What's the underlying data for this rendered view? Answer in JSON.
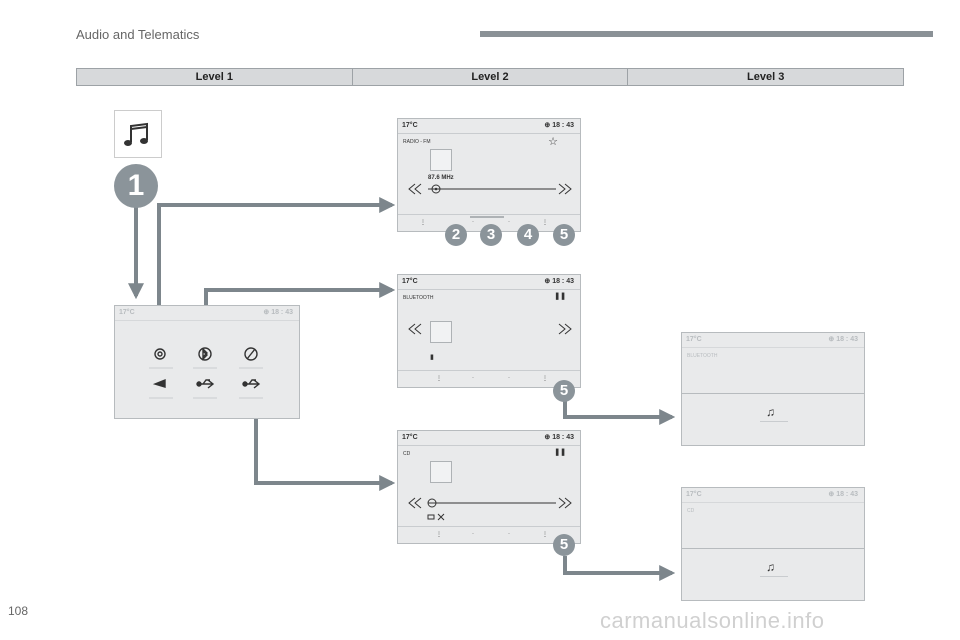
{
  "header": {
    "section_title": "Audio and Telematics"
  },
  "levels": [
    "Level 1",
    "Level 2",
    "Level 3"
  ],
  "page_number": "108",
  "watermark": "carmanualsonline.info",
  "level1": {
    "step_number": "1",
    "screen": {
      "temp": "17°C",
      "time": "⊕ 18 : 43"
    }
  },
  "radio": {
    "temp": "17°C",
    "time": "⊕ 18 : 43",
    "source": "RADIO - FM",
    "frequency": "87.6 MHz",
    "buttons": [
      "2",
      "3",
      "4",
      "5"
    ]
  },
  "bluetooth": {
    "temp": "17°C",
    "time": "⊕ 18 : 43",
    "source": "BLUETOOTH",
    "button": "5"
  },
  "cd": {
    "temp": "17°C",
    "time": "⊕ 18 : 43",
    "source": "CD",
    "button": "5"
  },
  "bt_level3": {
    "temp": "17°C",
    "time": "⊕ 18 : 43",
    "source": "BLUETOOTH"
  },
  "cd_level3": {
    "temp": "17°C",
    "time": "⊕ 18 : 43",
    "source": "CD"
  },
  "colors": {
    "arrow": "#7d868c",
    "badge": "#8b949a"
  }
}
